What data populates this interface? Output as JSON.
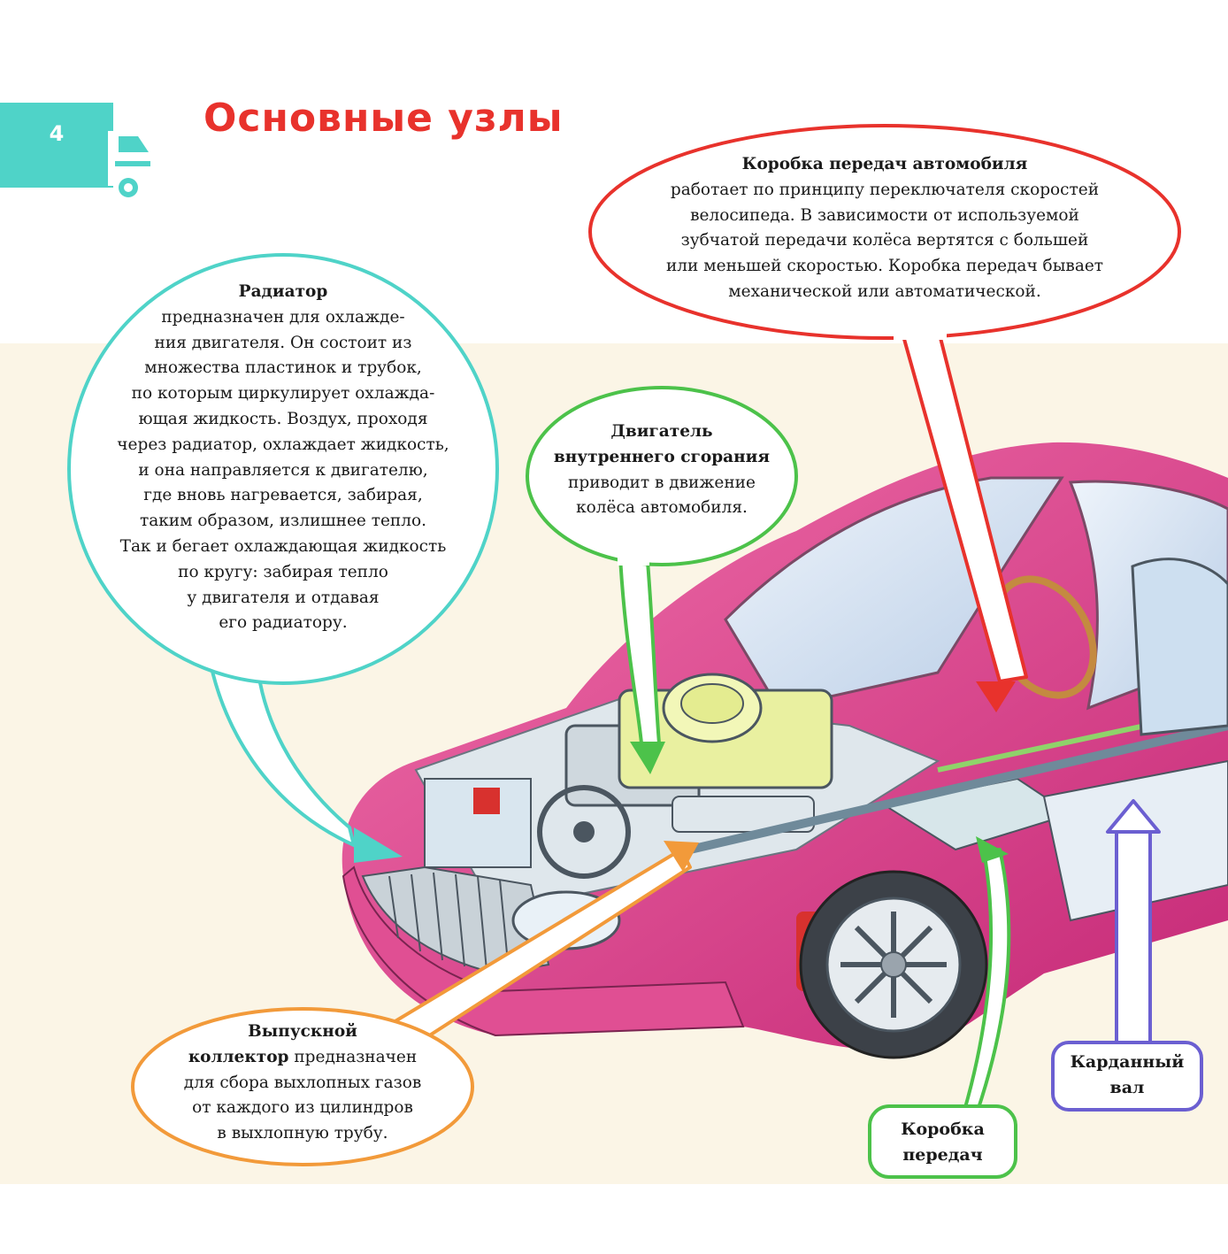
{
  "page": {
    "number": "4",
    "title": "Основные узлы"
  },
  "icons": {
    "tab_icon": "truck-icon"
  },
  "colors": {
    "title": "#e8322c",
    "tab": "#4fd3c8",
    "radiator_callout": "#4fd3c8",
    "gearbox_callout": "#e8322c",
    "engine_callout": "#4cc24a",
    "exhaust_callout": "#f29a3a",
    "driveshaft_callout": "#6b5fd1"
  },
  "callouts": {
    "gearbox_info": {
      "title": "Коробка передач автомобиля",
      "lines": [
        "работает по принципу переключателя скоростей",
        "велосипеда. В зависимости от используемой",
        "зубчатой передачи колёса вертятся с большей",
        "или меньшей скоростью. Коробка передач бывает",
        "механической или автоматической."
      ]
    },
    "radiator": {
      "title": "Радиатор",
      "lines": [
        "предназначен для охлажде-",
        "ния двигателя. Он состоит из",
        "множества пластинок и трубок,",
        "по которым циркулирует охлажда-",
        "ющая жидкость. Воздух, проходя",
        "через радиатор, охлаждает жидкость,",
        "и она направляется к двигателю,",
        "где вновь нагревается, забирая,",
        "таким образом, излишнее тепло.",
        "Так и бегает охлаждающая жидкость",
        "по кругу: забирая тепло",
        "у двигателя и отдавая",
        "его радиатору."
      ]
    },
    "engine": {
      "title_line1": "Двигатель",
      "title_line2": "внутреннего сгорания",
      "lines": [
        "приводит в движение",
        "колёса автомобиля."
      ]
    },
    "exhaust": {
      "title_line1": "Выпускной",
      "title_line2": "коллектор",
      "line2_rest": " предназначен",
      "lines": [
        "для сбора выхлопных газов",
        "от каждого из цилиндров",
        "в выхлопную трубу."
      ]
    },
    "gearbox_label": {
      "line1": "Коробка",
      "line2": "передач"
    },
    "driveshaft_label": {
      "line1": "Карданный",
      "line2": "вал"
    }
  }
}
